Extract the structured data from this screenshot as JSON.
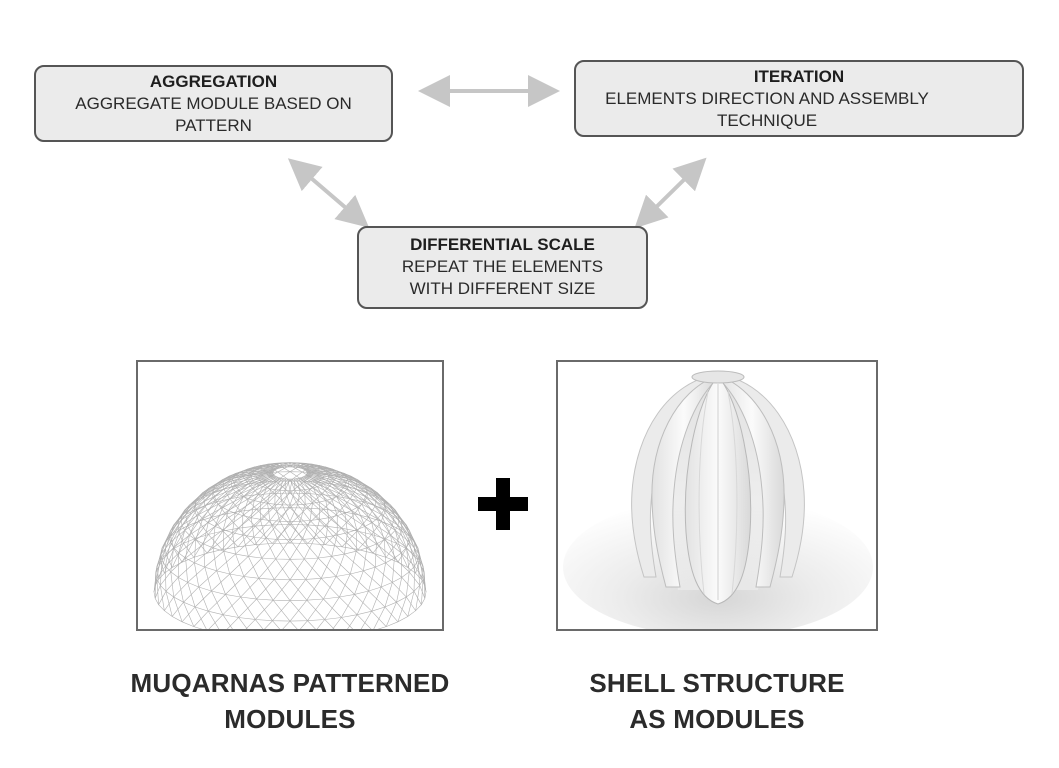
{
  "diagram": {
    "aggregation": {
      "title": "AGGREGATION",
      "line1": "AGGREGATE MODULE BASED ON",
      "line2": "PATTERN"
    },
    "iteration": {
      "title": "ITERATION",
      "line1": "ELEMENTS DIRECTION AND ASSEMBLY",
      "line2": "TECHNIQUE"
    },
    "differential_scale": {
      "title": "DIFFERENTIAL SCALE",
      "line1": "REPEAT THE ELEMENTS",
      "line2": "WITH DIFFERENT SIZE"
    },
    "arrow_color": "#c8c8c8",
    "box_fill": "#ebebeb",
    "box_border": "#555555"
  },
  "figures": {
    "left": {
      "caption_line1": "MUQARNAS PATTERNED",
      "caption_line2": "MODULES"
    },
    "right": {
      "caption_line1": "SHELL STRUCTURE",
      "caption_line2": "AS MODULES"
    },
    "plus_icon": "plus-icon"
  }
}
